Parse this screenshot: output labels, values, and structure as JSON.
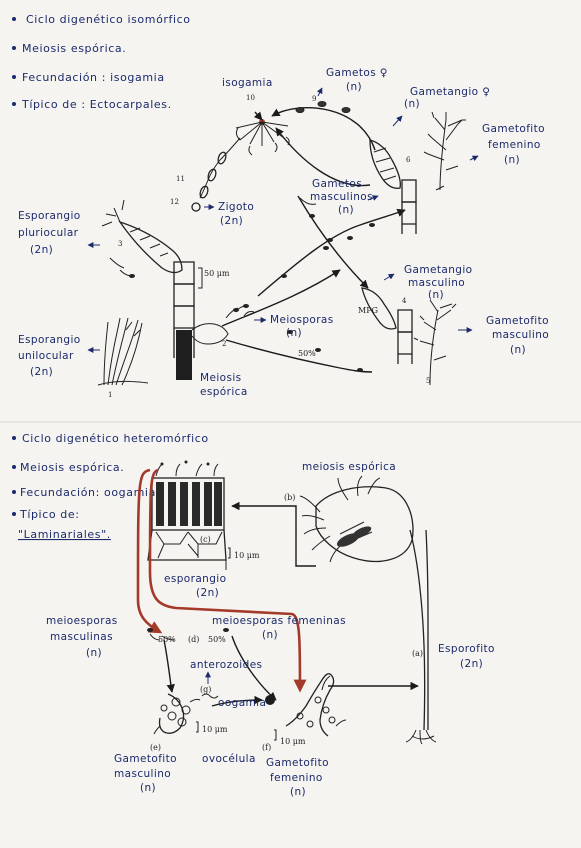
{
  "isomorphic": {
    "bullets": [
      "Ciclo digenético isomórfico",
      "Meiosis espórica.",
      "Fecundación : isogamia",
      "Típico de : Ectocarpales."
    ],
    "labels": {
      "isogamia": "isogamia",
      "gametos_f": "Gametos ♀",
      "gametos_f_n": "(n)",
      "gametang_f": "Gametangio ♀",
      "gametang_f_n": "(n)",
      "gamet_fem_1": "Gametofito",
      "gamet_fem_2": "femenino",
      "gamet_fem_3": "(n)",
      "gametos_m_1": "Gametos",
      "gametos_m_2": "masculinos",
      "gametos_m_3": "(n)",
      "zigoto_1": "Zigoto",
      "zigoto_2": "(2n)",
      "espor_plur_1": "Esporangio",
      "espor_plur_2": "pluriocular",
      "espor_plur_3": "(2n)",
      "gametang_m_1": "Gametangio",
      "gametang_m_2": "masculino",
      "gametang_m_3": "(n)",
      "meiosporas_1": "Meiosporas",
      "meiosporas_2": "(n)",
      "gamet_masc_1": "Gametofito",
      "gamet_masc_2": "masculino",
      "gamet_masc_3": "(n)",
      "espor_uni_1": "Esporangio",
      "espor_uni_2": "unilocular",
      "espor_uni_3": "(2n)",
      "meiosis_1": "Meiosis",
      "meiosis_2": "espórica",
      "scale": "50 μm",
      "mpg": "MPG",
      "pct": "50%",
      "n1": "1",
      "n2": "2",
      "n3": "3",
      "n4": "4",
      "n5": "5",
      "n6": "6",
      "n9": "9",
      "n10": "10",
      "n11": "11",
      "n12": "12"
    }
  },
  "heteromorphic": {
    "bullets": [
      "Ciclo digenético heteromórfico",
      "Meiosis espórica.",
      "Fecundación: oogamia",
      "Típico de:",
      "\"Laminariales\"."
    ],
    "labels": {
      "meiosis_top": "meiosis espórica",
      "b": "(b)",
      "c": "(c)",
      "scale1": "10 μm",
      "esporangio_1": "esporangio",
      "esporangio_2": "(2n)",
      "meio_m_1": "meioesporas",
      "meio_m_2": "masculinas",
      "meio_m_3": "(n)",
      "pct1": "50%",
      "d": "(d)",
      "pct2": "50%",
      "meio_f_1": "meioesporas femeninas",
      "meio_f_2": "(n)",
      "anterozoides": "anterozoides",
      "g": "(g)",
      "oogamia": "oogamia",
      "a": "(a)",
      "esporofito_1": "Esporofito",
      "esporofito_2": "(2n)",
      "e": "(e)",
      "scale2": "10 μm",
      "f": "(f)",
      "scale3": "10 μm",
      "gamet_m_1": "Gametofito",
      "gamet_m_2": "masculino",
      "gamet_m_3": "(n)",
      "ovocelula": "ovocélula",
      "gamet_f_1": "Gametofito",
      "gamet_f_2": "femenino",
      "gamet_f_3": "(n)"
    }
  }
}
